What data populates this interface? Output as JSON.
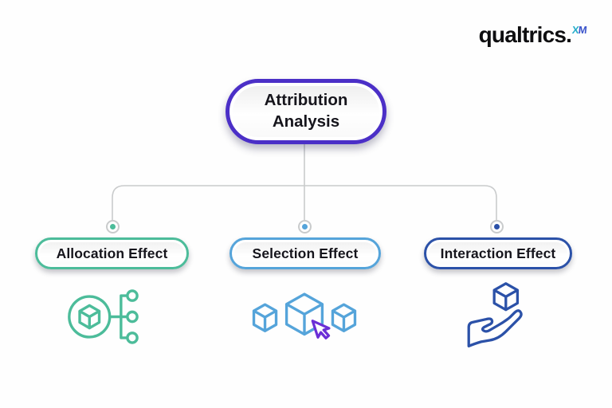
{
  "brand": {
    "name": "qualtrics.",
    "sup_x": "X",
    "sup_m": "M",
    "x_color": "#29AECB",
    "m_color": "#3C55CB"
  },
  "diagram": {
    "root": {
      "label": "Attribution Analysis",
      "color": "#4B2FC7"
    },
    "connector_color": "#C9CBCC",
    "nodes": [
      {
        "label": "Allocation Effect",
        "color": "#4CBC9A",
        "icon": "cube-network-icon"
      },
      {
        "label": "Selection Effect",
        "color": "#55A4DA",
        "icon": "cubes-cursor-icon",
        "cursor_color": "#6B2FD6"
      },
      {
        "label": "Interaction Effect",
        "color": "#2B51A8",
        "icon": "hand-cube-icon"
      }
    ]
  }
}
